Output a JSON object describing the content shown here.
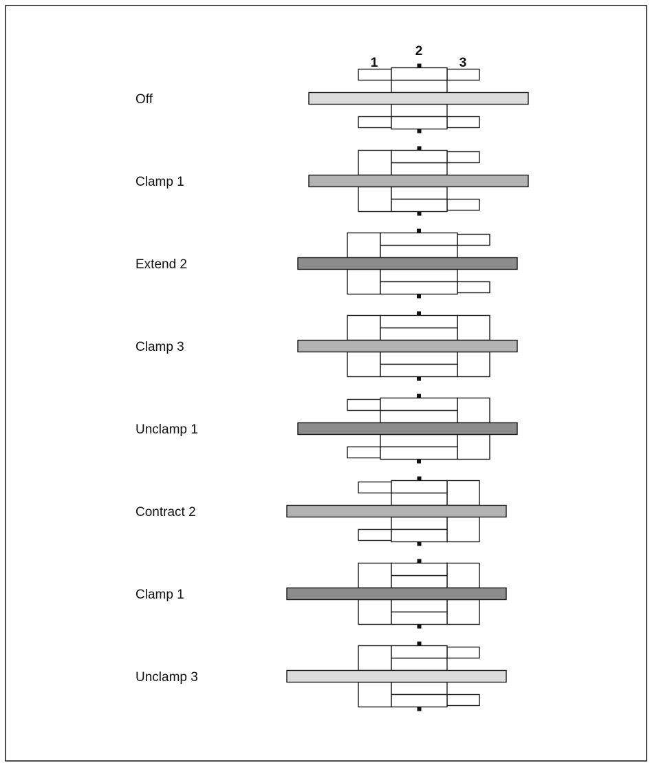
{
  "clamp_numbers": [
    "1",
    "2",
    "3"
  ],
  "steps": [
    {
      "label": "Off",
      "clamp1": "unclamped",
      "clamp2": "contracted",
      "clamp3": "unclamped",
      "rod_shade": "light"
    },
    {
      "label": "Clamp 1",
      "clamp1": "clamped",
      "clamp2": "contracted",
      "clamp3": "unclamped",
      "rod_shade": "medium"
    },
    {
      "label": "Extend 2",
      "clamp1": "clamped",
      "clamp2": "extended",
      "clamp3": "unclamped",
      "rod_shade": "dark"
    },
    {
      "label": "Clamp 3",
      "clamp1": "clamped",
      "clamp2": "extended",
      "clamp3": "clamped",
      "rod_shade": "medium"
    },
    {
      "label": "Unclamp 1",
      "clamp1": "unclamped",
      "clamp2": "extended",
      "clamp3": "clamped",
      "rod_shade": "dark"
    },
    {
      "label": "Contract 2",
      "clamp1": "unclamped",
      "clamp2": "contracted",
      "clamp3": "clamped",
      "rod_shade": "medium"
    },
    {
      "label": "Clamp 1",
      "clamp1": "clamped",
      "clamp2": "contracted",
      "clamp3": "clamped",
      "rod_shade": "dark"
    },
    {
      "label": "Unclamp 3",
      "clamp1": "clamped",
      "clamp2": "contracted",
      "clamp3": "unclamped",
      "rod_shade": "light"
    }
  ],
  "colors": {
    "rod_light": "#dcdcdc",
    "rod_medium": "#b3b3b3",
    "rod_dark": "#8c8c8c",
    "outline": "#1a1a1a"
  }
}
